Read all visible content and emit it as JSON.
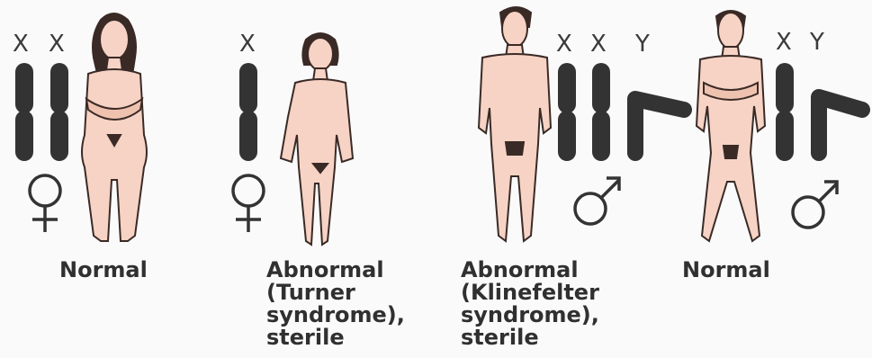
{
  "panels": [
    {
      "chromosome_labels": [
        "X",
        "X"
      ],
      "sex_symbol": "female-symbol",
      "caption": [
        "Normal"
      ]
    },
    {
      "chromosome_labels": [
        "X"
      ],
      "sex_symbol": "female-symbol",
      "caption": [
        "Abnormal",
        "(Turner",
        "syndrome),",
        "sterile"
      ]
    },
    {
      "chromosome_labels": [
        "X",
        "X",
        "Y"
      ],
      "sex_symbol": "male-symbol",
      "caption": [
        "Abnormal",
        "(Klinefelter",
        "syndrome),",
        "sterile"
      ]
    },
    {
      "chromosome_labels": [
        "X",
        "Y"
      ],
      "sex_symbol": "male-symbol",
      "caption": [
        "Normal"
      ]
    }
  ],
  "colors": {
    "skin": "#f6d3c4",
    "outline": "#3a2a26",
    "chromosome": "#333333",
    "text": "#303030"
  }
}
